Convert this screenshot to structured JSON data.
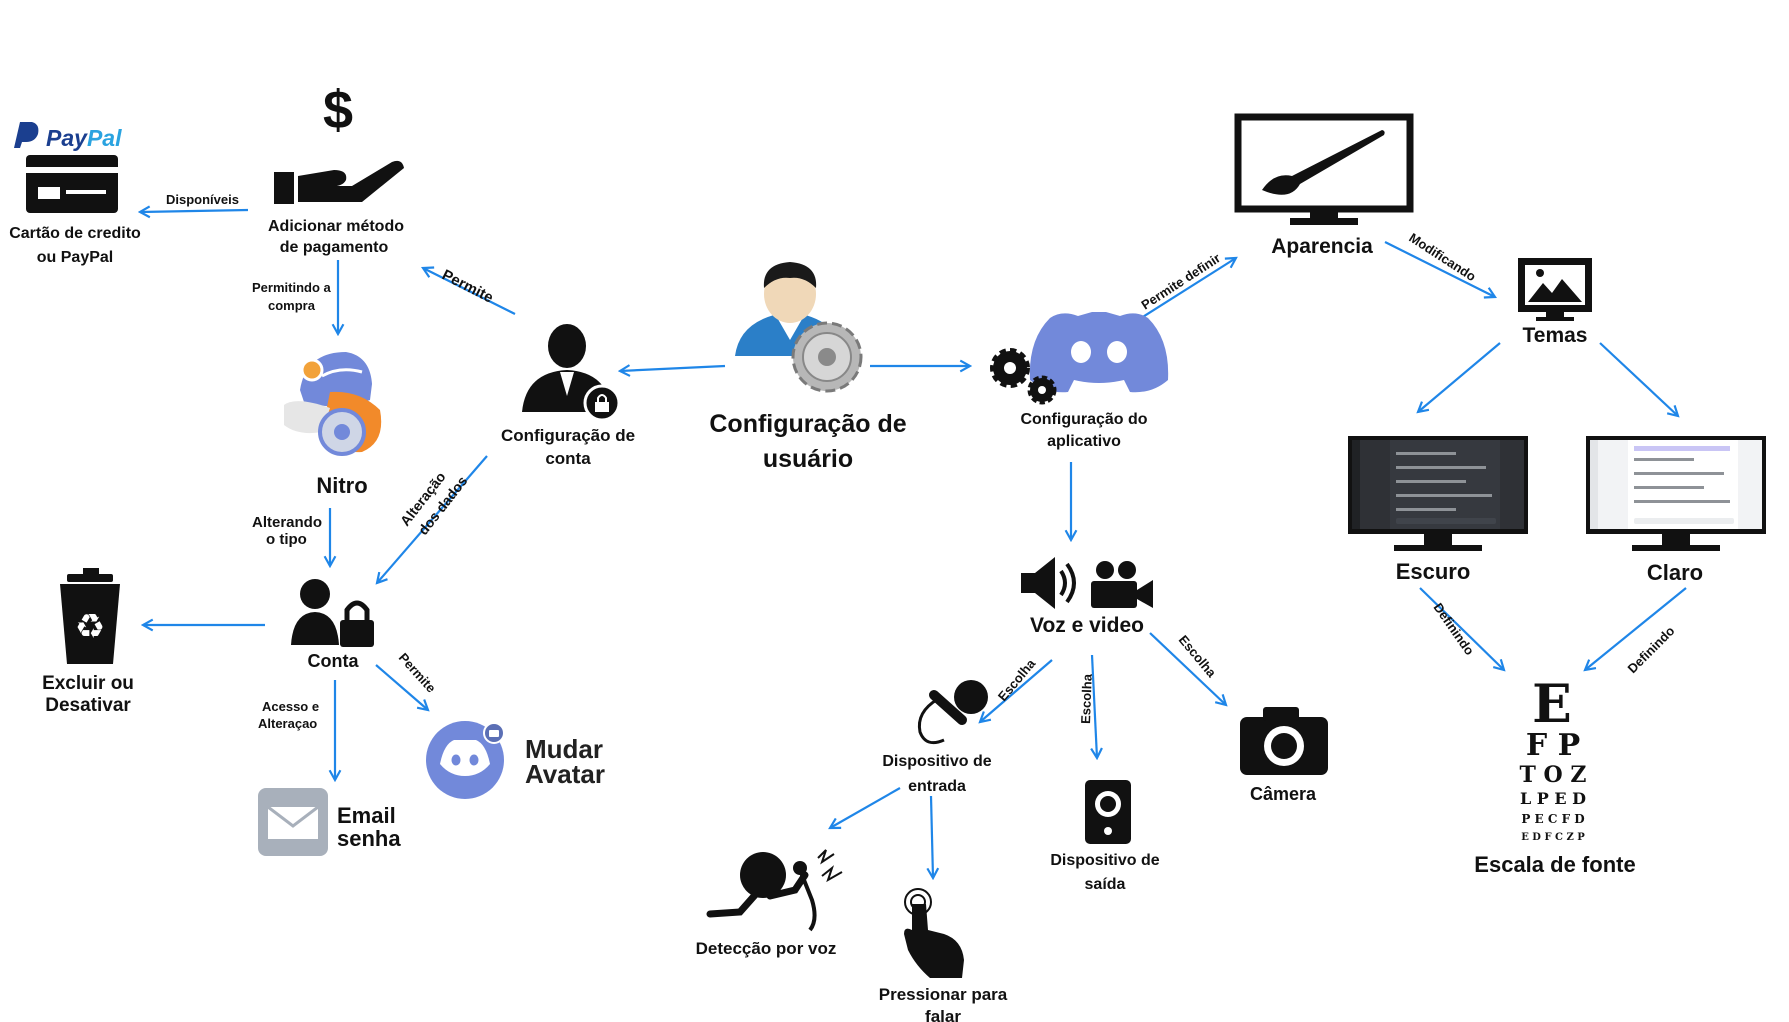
{
  "colors": {
    "arrow": "#1f86e8",
    "text": "#111111",
    "discord": "#7289da",
    "paypal_dark": "#1b3f8f",
    "paypal_light": "#2aa3e0"
  },
  "nodes": {
    "center": {
      "line1": "Configuração de",
      "line2": "usuário",
      "icon": "user-gear-icon"
    },
    "conta_config": {
      "line1": "Configuração de",
      "line2": "conta",
      "icon": "user-lock-icon"
    },
    "app_config": {
      "line1": "Configuração do",
      "line2": "aplicativo",
      "icon": "discord-gears-icon"
    },
    "pagamento": {
      "line1": "Adicionar método",
      "line2": "de pagamento",
      "icon": "hand-dollar-icon"
    },
    "paypal": {
      "brand_part1": "Pay",
      "brand_part2": "Pal",
      "line1": "Cartão de credito",
      "line2": "ou PayPal",
      "icon": "credit-card-icon"
    },
    "nitro": {
      "label": "Nitro",
      "icon": "nitro-mascot-icon"
    },
    "conta": {
      "label": "Conta",
      "icon": "users-lock-icon"
    },
    "excluir": {
      "line1": "Excluir ou",
      "line2": "Desativar",
      "icon": "recycle-bin-icon"
    },
    "email": {
      "line1": "Email",
      "line2": "senha",
      "icon": "envelope-icon"
    },
    "avatar": {
      "line1": "Mudar",
      "line2": "Avatar",
      "icon": "discord-avatar-icon"
    },
    "aparencia": {
      "label": "Aparencia",
      "icon": "monitor-brush-icon"
    },
    "temas": {
      "label": "Temas",
      "icon": "monitor-image-icon"
    },
    "escuro": {
      "label": "Escuro",
      "icon": "dark-theme-screen-icon"
    },
    "claro": {
      "label": "Claro",
      "icon": "light-theme-screen-icon"
    },
    "fonte": {
      "label": "Escala de fonte",
      "chart_rows": [
        "E",
        "F P",
        "T O Z",
        "L P E D",
        "P E C F D",
        "E D F C Z P"
      ],
      "icon": "eye-chart-icon"
    },
    "voz_video": {
      "label": "Voz e video",
      "icon": "speaker-camera-icon"
    },
    "entrada": {
      "line1": "Dispositivo de",
      "line2": "entrada",
      "icon": "microphone-icon"
    },
    "saida": {
      "line1": "Dispositivo de",
      "line2": "saída",
      "icon": "speaker-icon"
    },
    "camera": {
      "label": "Câmera",
      "icon": "camera-icon"
    },
    "deteccao": {
      "label": "Detecção por voz",
      "icon": "voice-person-icon"
    },
    "pressionar": {
      "line1": "Pressionar para",
      "line2": "falar",
      "icon": "press-hand-icon"
    }
  },
  "edges": {
    "disponiveis": "Disponíveis",
    "permitindo_line1": "Permitindo a",
    "permitindo_line2": "compra",
    "permite_pag": "Permite",
    "alterando_line1": "Alterando",
    "alterando_line2": "o tipo",
    "alteracao_line1": "Alteração",
    "alteracao_line2": "dos dados",
    "acesso_line1": "Acesso e",
    "acesso_line2": "Alteraçao",
    "permite_avatar": "Permite",
    "permite_definir": "Permite definir",
    "modificando": "Modificando",
    "definindo_left": "Definindo",
    "definindo_right": "Definindo",
    "escolha_entrada": "Escolha",
    "escolha_saida": "Escolha",
    "escolha_camera": "Escolha"
  }
}
